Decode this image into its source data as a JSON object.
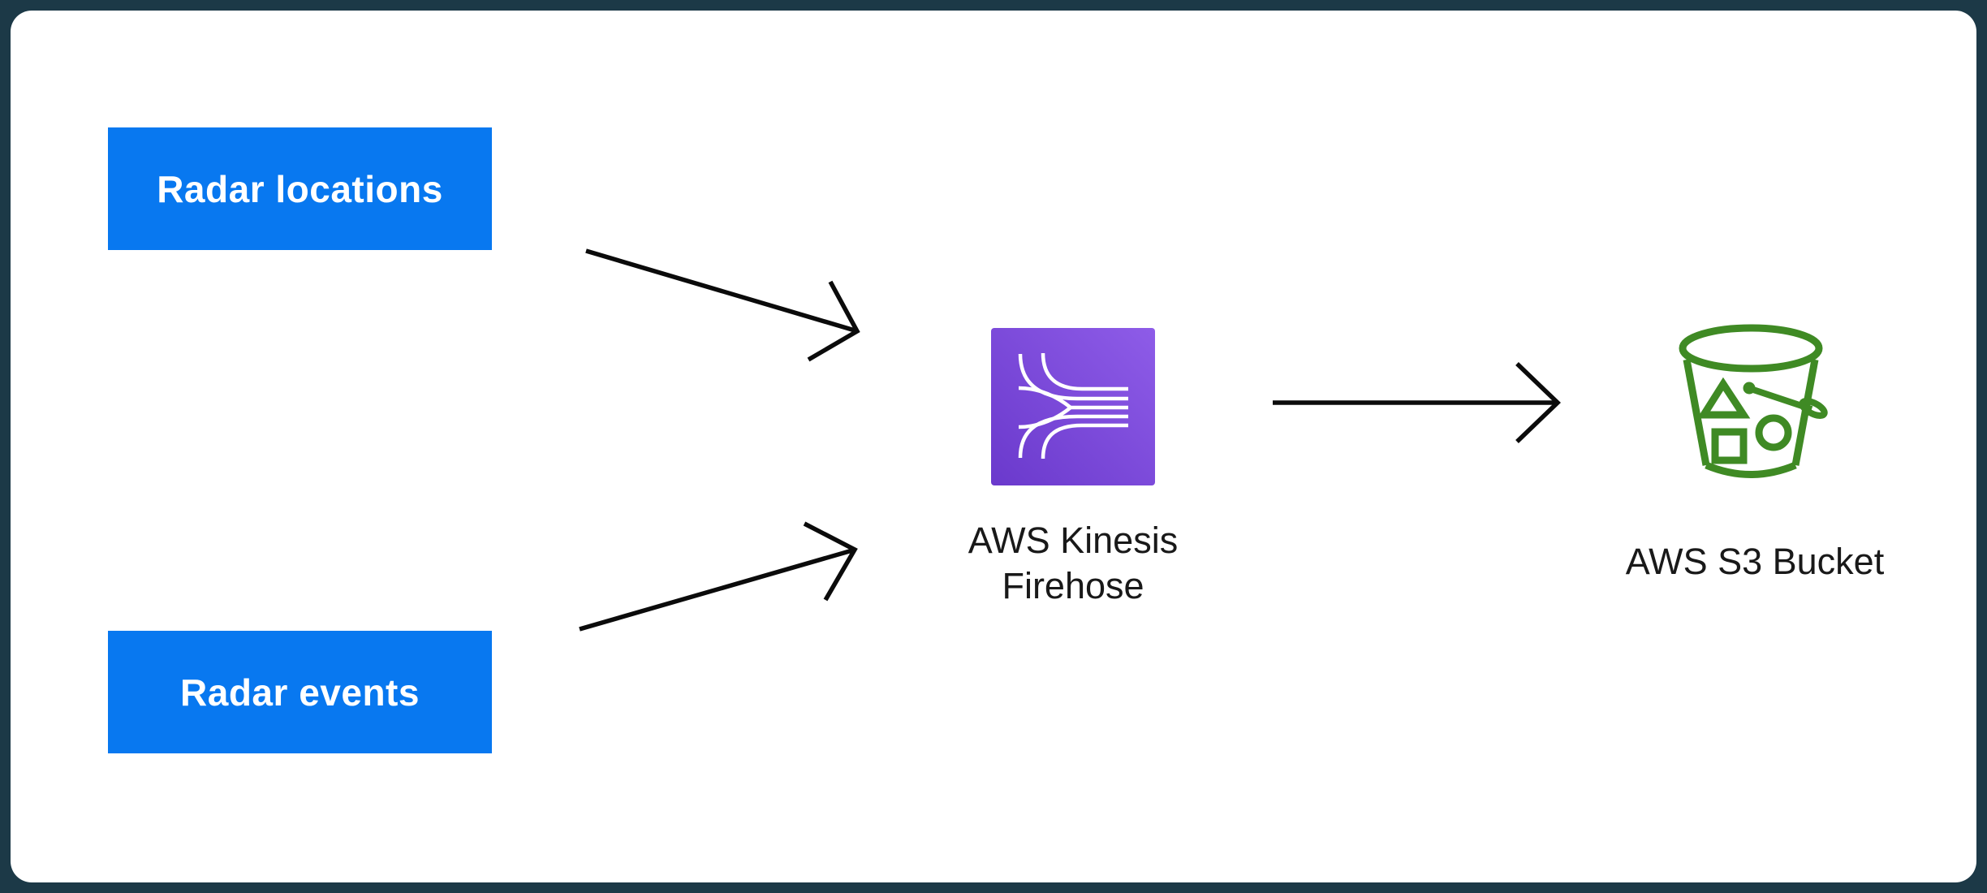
{
  "diagram": {
    "sources": [
      {
        "id": "radar-locations",
        "label": "Radar locations"
      },
      {
        "id": "radar-events",
        "label": "Radar events"
      }
    ],
    "processor": {
      "label": "AWS Kinesis Firehose"
    },
    "destination": {
      "label": "AWS S3 Bucket"
    },
    "connections": [
      {
        "from": "Radar locations",
        "to": "AWS Kinesis Firehose"
      },
      {
        "from": "Radar events",
        "to": "AWS Kinesis Firehose"
      },
      {
        "from": "AWS Kinesis Firehose",
        "to": "AWS S3 Bucket"
      }
    ],
    "colors": {
      "source_box": "#0878f0",
      "source_text": "#ffffff",
      "kinesis_grad_1": "#6a39cc",
      "kinesis_grad_2": "#8e5ce8",
      "s3_green": "#3f8a24",
      "arrow": "#0b0b0b",
      "caption_text": "#191919",
      "frame": "#1c3947",
      "canvas": "#ffffff"
    }
  }
}
